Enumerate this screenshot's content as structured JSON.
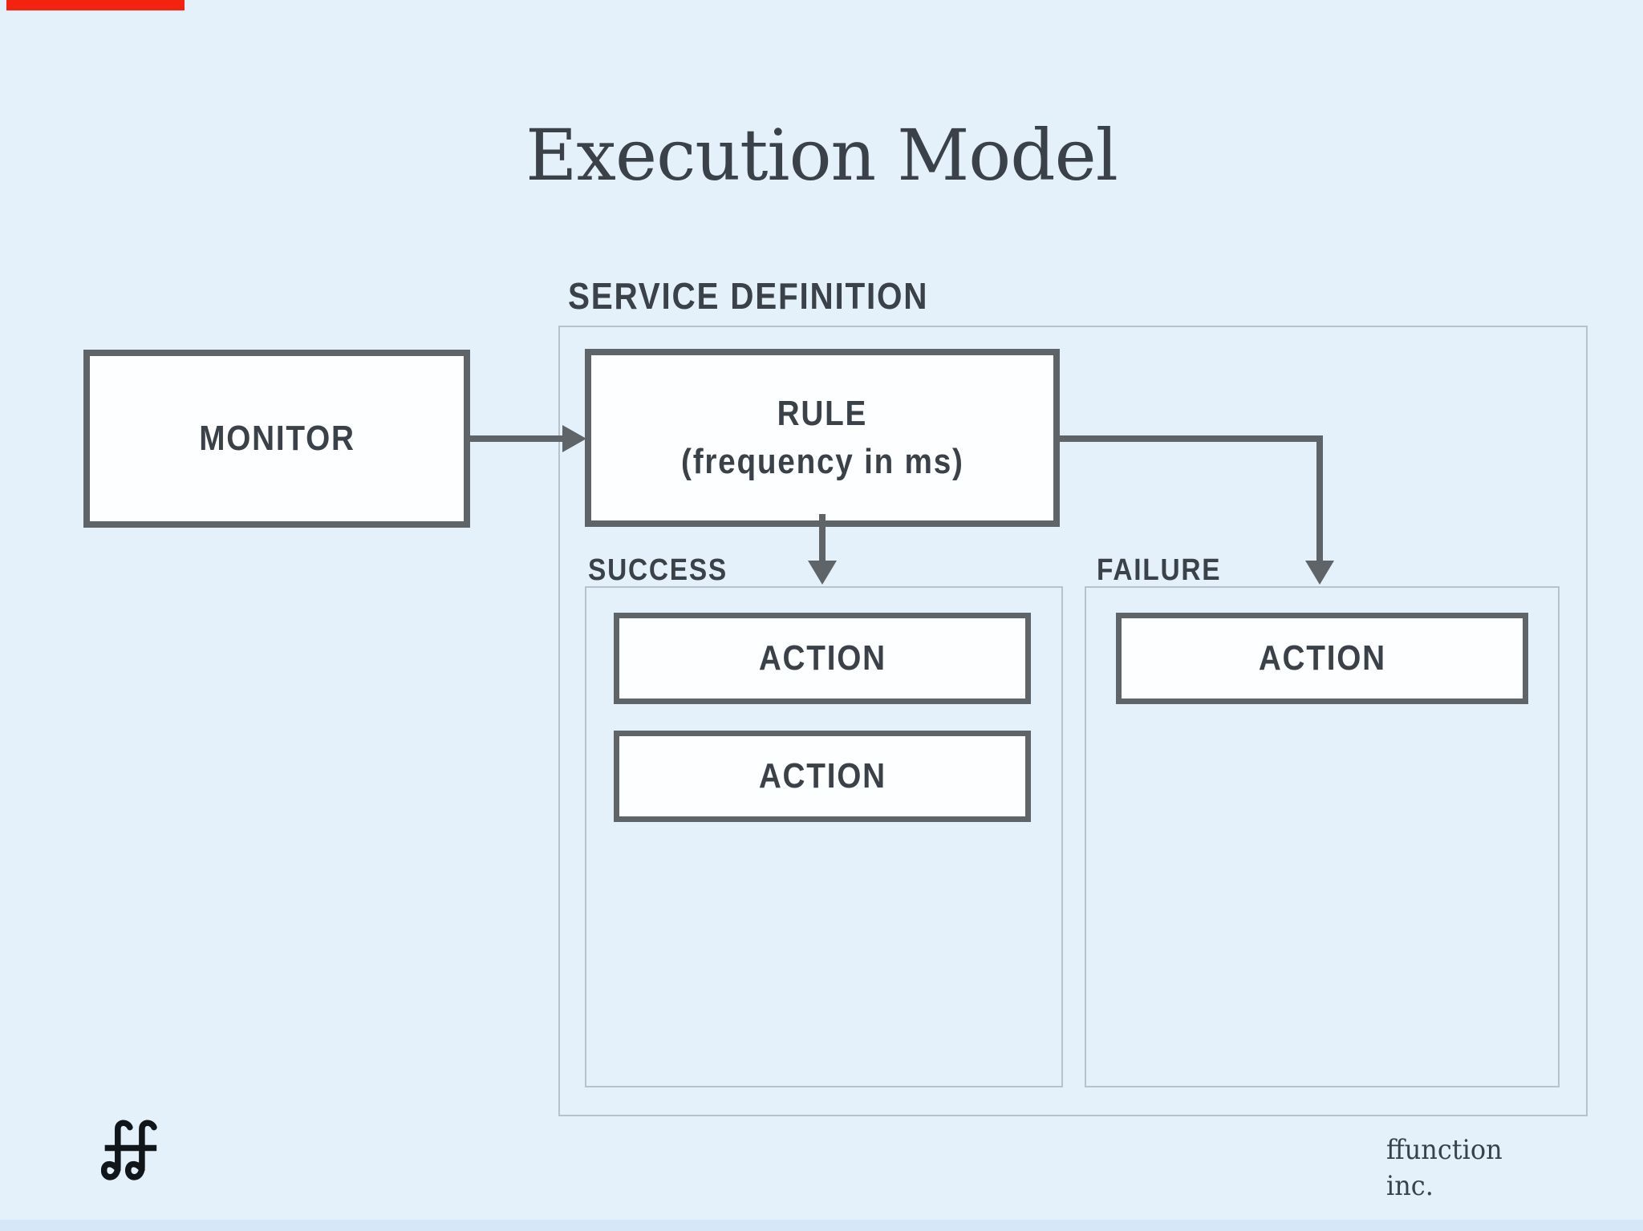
{
  "title": "Execution Model",
  "diagram": {
    "service_definition_label": "SERVICE DEFINITION",
    "monitor_label": "MONITOR",
    "rule_label": "RULE",
    "rule_sublabel": "(frequency in ms)",
    "success_label": "SUCCESS",
    "failure_label": "FAILURE",
    "success_actions": [
      "ACTION",
      "ACTION"
    ],
    "failure_actions": [
      "ACTION"
    ]
  },
  "footer": {
    "company_line1": "ffunction",
    "company_line2": "inc."
  },
  "colors": {
    "background": "#e4f0fa",
    "box_border": "#5e6468",
    "box_fill": "#fdfeff",
    "container_border": "#b6c3cd",
    "text": "#3a4148",
    "accent_red": "#f3230f",
    "bottom_strip": "#d6e8f7"
  }
}
